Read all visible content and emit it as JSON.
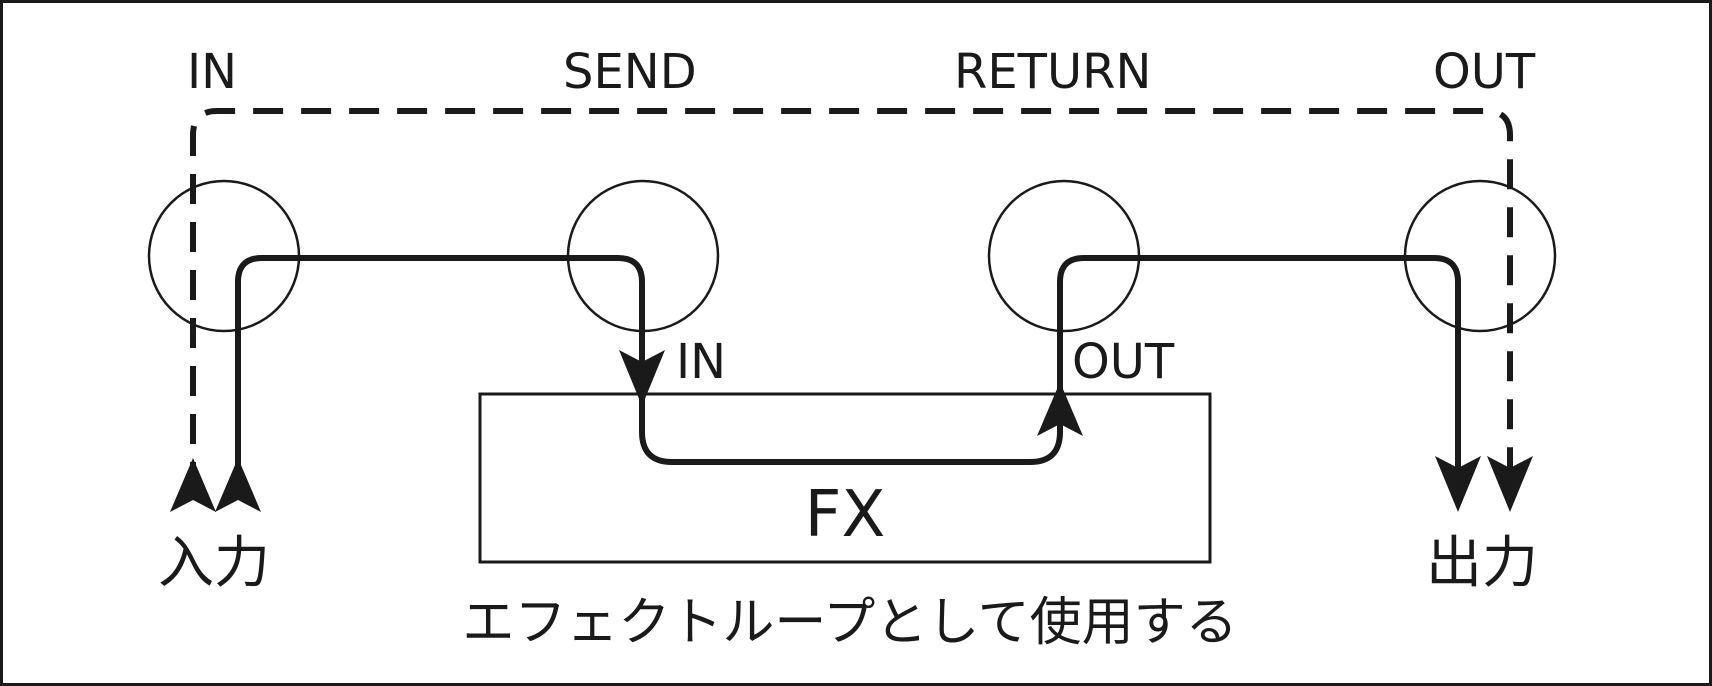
{
  "jacks": {
    "in_label": "IN",
    "send_label": "SEND",
    "return_label": "RETURN",
    "out_label": "OUT"
  },
  "fx_unit": {
    "name": "FX",
    "in_label": "IN",
    "out_label": "OUT"
  },
  "input_label": "入力",
  "output_label": "出力",
  "caption": "エフェクトループとして使用する",
  "colors": {
    "line": "#1a1a1a",
    "background": "#ffffff"
  }
}
